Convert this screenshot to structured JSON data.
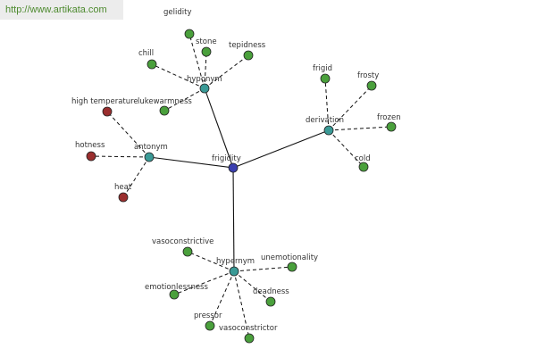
{
  "watermark": "http://www.artikata.com",
  "colors": {
    "root": "#3a3fb0",
    "category": "#3a9a96",
    "leaf": "#4aa03c",
    "antonym_leaf": "#9a2e2e"
  },
  "graph": {
    "root": "frigidity",
    "categories": [
      {
        "name": "hyponym",
        "leaves": [
          "gelidity",
          "stone",
          "tepidness",
          "chill",
          "lukewarmness"
        ]
      },
      {
        "name": "derivation",
        "leaves": [
          "frigid",
          "frosty",
          "frozen",
          "cold"
        ]
      },
      {
        "name": "antonym",
        "leaves": [
          "high temperature",
          "hotness",
          "heat"
        ]
      },
      {
        "name": "hypernym",
        "leaves": [
          "vasoconstrictive",
          "unemotionality",
          "emotionlessness",
          "deadness",
          "pressor",
          "vasoconstrictor"
        ]
      }
    ]
  }
}
